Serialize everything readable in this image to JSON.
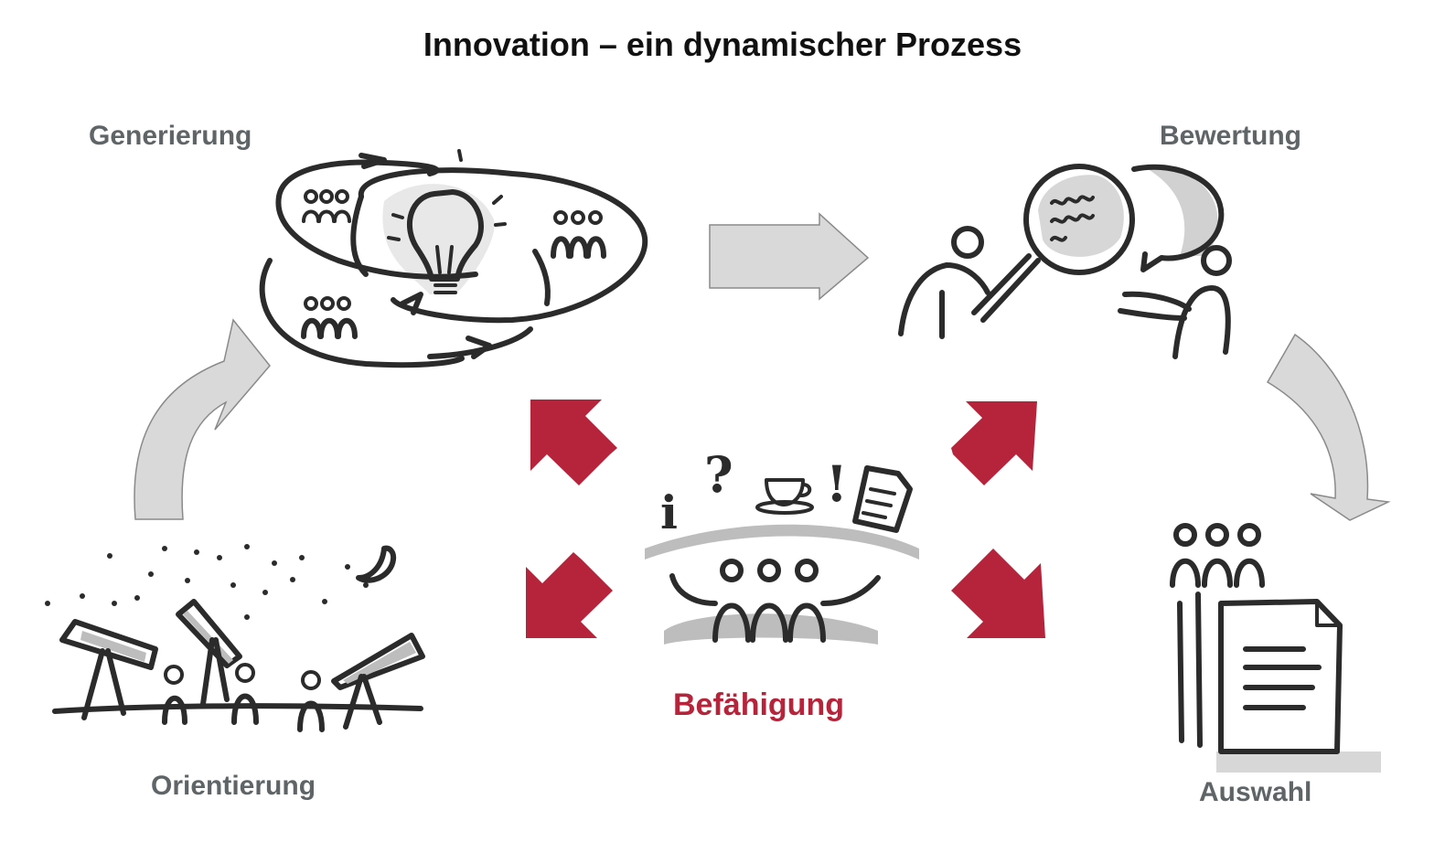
{
  "title": "Innovation – ein dynamischer Prozess",
  "stages": {
    "generierung": "Generierung",
    "bewertung": "Bewertung",
    "auswahl": "Auswahl",
    "orientierung": "Orientierung",
    "befaehigung": "Befähigung"
  },
  "center_symbols": {
    "info": "i",
    "question": "?",
    "exclamation": "!"
  },
  "colors": {
    "title": "#111111",
    "stage_label": "#5f6466",
    "accent_label": "#b5243a",
    "red_arrow": "#b5243a",
    "gray_arrow": "#d9d9d9",
    "ink": "#2b2b2b",
    "shade": "#bdbdbd"
  }
}
